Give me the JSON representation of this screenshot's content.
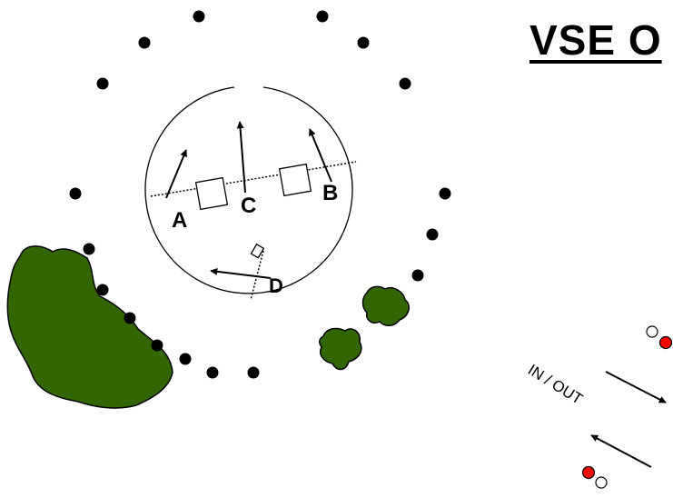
{
  "title": "VSE O",
  "labels": {
    "a": "A",
    "b": "B",
    "c": "C",
    "d": "D",
    "in_out": "IN / OUT"
  },
  "colors": {
    "vegetation": "#336600",
    "post": "#000000",
    "marker_red": "#ff0000",
    "marker_white": "#ffffff"
  }
}
